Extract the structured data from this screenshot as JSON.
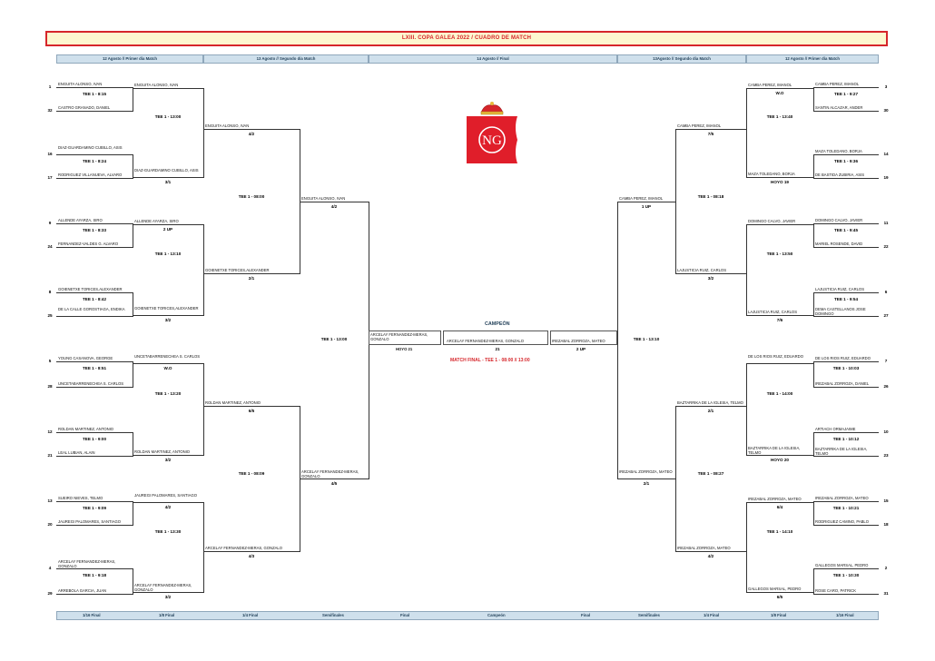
{
  "title": "LXIII. COPA GALEA 2022 / CUADRO DE MATCH",
  "headers": [
    "12 Agosto // Primer día Match",
    "13 Agosto // Segundo día Match",
    "14 Agosto // Final",
    "13Agosto // Segundo día Match",
    "12 Agosto // Primer día Match"
  ],
  "footer": [
    "1/16 Final",
    "1/8 Final",
    "1/4 Final",
    "Semifinales",
    "Final",
    "Campeón",
    "Final",
    "Semifinales",
    "1/4 Final",
    "1/8 Final",
    "1/16 Final"
  ],
  "center": {
    "champion_label": "CAMPEÓN",
    "champion": "ARCELAY FERNANDEZ-MERAS, GONZALO",
    "champion_result": "21",
    "final_left": "ARCELAY FERNANDEZ-MERAS, GONZALO",
    "final_left_note": "HOYO 21",
    "final_right": "IREZABAL ZORROZA, MATEO",
    "final_right_result": "2 UP",
    "match_final": "MATCH FINAL - TEE 1 - 08:00  //  13:00",
    "logo_letters": "NG"
  },
  "left": {
    "r1": [
      {
        "seed": "1",
        "name": "ENGUITA ALONSO, IVAN"
      },
      {
        "seed": "32",
        "name": "CASTRO GRANADO, DANIEL"
      },
      {
        "seed": "16",
        "name": "DIAZ-GUARDAMINO CUBILLO, ASIS"
      },
      {
        "seed": "17",
        "name": "RODRIGUEZ VILLANUEVA, ALVARO"
      },
      {
        "seed": "9",
        "name": "ALLENDE AYARZA, SIRO"
      },
      {
        "seed": "24",
        "name": "FERNANDEZ-VALDES G. ALVARO"
      },
      {
        "seed": "8",
        "name": "GOIENETXE TORICES,ALEXANDER"
      },
      {
        "seed": "25",
        "name": "DE LA CALLE GOROSTIAGA, ENDIKA"
      },
      {
        "seed": "5",
        "name": "YOUNG CASANOVA, GEORGE"
      },
      {
        "seed": "28",
        "name": "UNCETABARRENECHEA S. CARLOS"
      },
      {
        "seed": "12",
        "name": "ROLDAN MARTINEZ, ANTONIO"
      },
      {
        "seed": "21",
        "name": "LEAL LUBIAN, ALAIN"
      },
      {
        "seed": "13",
        "name": "SUEIRO NIEVES, TELMO"
      },
      {
        "seed": "20",
        "name": "JAUREGI PALOMARES, SANTIAGO"
      },
      {
        "seed": "4",
        "name": "ARCELAY FERNANDEZ-MERAS, GONZALO"
      },
      {
        "seed": "29",
        "name": "ARREBOLA GARCIA, JUAN"
      }
    ],
    "r1_tee": [
      "TEE 1 - 8:15",
      "TEE 1 - 8:24",
      "TEE 1 - 8:33",
      "TEE 1 - 8:42",
      "TEE 1 - 8:51",
      "TEE 1 - 9:00",
      "TEE 1 - 9:09",
      "TEE 1 - 9:18"
    ],
    "r2": [
      {
        "name": "ENGUITA ALONSO, IVAN",
        "res": ""
      },
      {
        "name": "DIAZ-GUARDAMINO CUBILLO, ASIS",
        "res": "3/1"
      },
      {
        "name": "ALLENDE AYARZA, SIRO",
        "res": "2 UP"
      },
      {
        "name": "GOIENETXE TORICES,ALEXANDER",
        "res": "3/2"
      },
      {
        "name": "UNCETABARRENECHEA S. CARLOS",
        "res": "W.O"
      },
      {
        "name": "ROLDAN MARTINEZ, ANTONIO",
        "res": "3/2"
      },
      {
        "name": "JAUREGI PALOMARES, SANTIAGO",
        "res": "4/2"
      },
      {
        "name": "ARCELAY FERNANDEZ-MERAS, GONZALO",
        "res": "3/2"
      }
    ],
    "r2_tee": [
      "TEE 1 - 13:00",
      "TEE 1 - 13:10",
      "TEE 1 - 13:20",
      "TEE 1 - 13:30"
    ],
    "r3": [
      {
        "name": "ENGUITA ALONSO, IVAN",
        "res": "4/2"
      },
      {
        "name": "GOIENETXE TORICES,ALEXANDER",
        "res": "2/1"
      },
      {
        "name": "ROLDAN MARTINEZ, ANTONIO",
        "res": "6/5"
      },
      {
        "name": "ARCELAY FERNANDEZ-MERAS, GONZALO",
        "res": "4/3"
      }
    ],
    "r3_tee": [
      "TEE 1 - 08:00",
      "TEE 1 - 08:09"
    ],
    "r4": [
      {
        "name": "ENGUITA ALONSO, IVAN",
        "res": "4/2"
      },
      {
        "name": "ARCELAY FERNANDEZ-MERAS, GONZALO",
        "res": "4/5"
      }
    ],
    "r4_tee": "TEE 1 - 13:00"
  },
  "right": {
    "r1": [
      {
        "seed": "3",
        "name": "CAMBA PEREZ, IMANOL"
      },
      {
        "seed": "30",
        "name": "SANTIN ALCAZAR, ANDER"
      },
      {
        "seed": "14",
        "name": "MAZA TOLEDANO, BORJA"
      },
      {
        "seed": "19",
        "name": "DE BASTIDA ZUBIRIA, ASIS"
      },
      {
        "seed": "11",
        "name": "DOMINGO CALVO, JAVIER"
      },
      {
        "seed": "22",
        "name": "MARIEL ROSENDE, DAVID"
      },
      {
        "seed": "6",
        "name": "LAJUSTICIA RUIZ, CARLOS"
      },
      {
        "seed": "27",
        "name": "DEMA CASTELLANOS JOSE DOMINGO"
      },
      {
        "seed": "7",
        "name": "DE LOS RIOS RUIZ, EDUARDO"
      },
      {
        "seed": "26",
        "name": "IREZABAL ZORROZA, DANIEL"
      },
      {
        "seed": "10",
        "name": "ARTIACH ORMAJAIME"
      },
      {
        "seed": "23",
        "name": "BAZTARRIKA DE LA IGLESIA, TELMO"
      },
      {
        "seed": "15",
        "name": "IREZABAL ZORROZA, MATEO"
      },
      {
        "seed": "18",
        "name": "RODRIGUEZ CAMINO, PABLO"
      },
      {
        "seed": "2",
        "name": "GALLEGOS MARSAL, PEDRO"
      },
      {
        "seed": "31",
        "name": "ROSE CARO, PATRICK"
      }
    ],
    "r1_tee": [
      "TEE 1 - 9:27",
      "TEE 1 - 9:36",
      "TEE 1 - 9:45",
      "TEE 1 - 9:54",
      "TEE 1 - 10:03",
      "TEE 1 - 10:12",
      "TEE 1 - 10:21",
      "TEE 1 - 10:30"
    ],
    "r2": [
      {
        "name": "CAMBA PEREZ, IMANOL",
        "res": "W.O"
      },
      {
        "name": "MAZA TOLEDANO, BORJA",
        "res": "HOYO 19"
      },
      {
        "name": "DOMINGO CALVO, JAVIER",
        "res": ""
      },
      {
        "name": "LAJUSTICIA RUIZ, CARLOS",
        "res": "7/6"
      },
      {
        "name": "DE LOS RIOS RUIZ, EDUARDO",
        "res": ""
      },
      {
        "name": "BAZTARRIKA DE LA IGLESIA, TELMO",
        "res": "HOYO 20"
      },
      {
        "name": "IREZABAL ZORROZA, MATEO",
        "res": "6/4"
      },
      {
        "name": "GALLEGOS MARSAL, PEDRO",
        "res": "6/5"
      }
    ],
    "r2_tee": [
      "TEE 1 - 13:40",
      "TEE 1 - 13:50",
      "TEE 1 - 14:00",
      "TEE 1 - 14:10"
    ],
    "r3": [
      {
        "name": "CAMBA PEREZ, IMANOL",
        "res": "7/5"
      },
      {
        "name": "LAJUSTICIA RUIZ, CARLOS",
        "res": "3/2"
      },
      {
        "name": "BAZTARRIKA DE LA IGLESIA, TELMO",
        "res": "2/1"
      },
      {
        "name": "IREZABAL ZORROZA, MATEO",
        "res": "4/2"
      }
    ],
    "r3_tee": [
      "TEE 1 - 08:18",
      "TEE 1 - 08:27"
    ],
    "r4": [
      {
        "name": "CAMBA PEREZ, IMANOL",
        "res": "1 UP"
      },
      {
        "name": "IREZABAL ZORROZA, MATEO",
        "res": "2/1"
      }
    ],
    "r4_tee": "TEE 1 - 13:10"
  }
}
